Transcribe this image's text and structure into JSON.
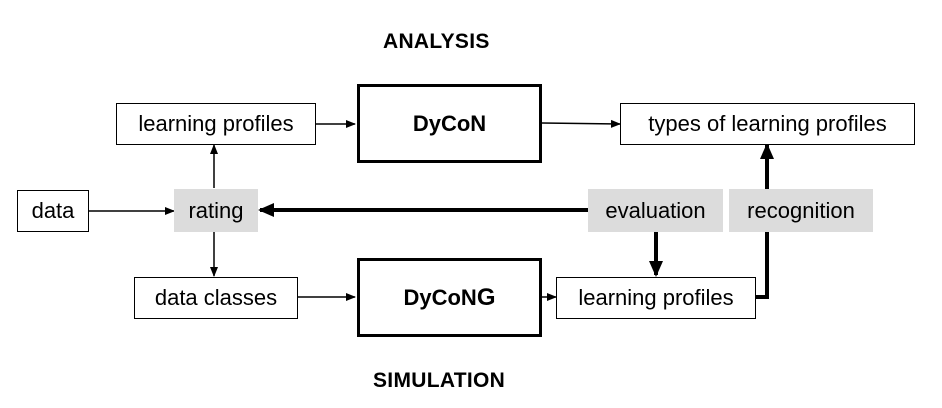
{
  "headings": {
    "analysis": "ANALYSIS",
    "simulation": "SIMULATION"
  },
  "boxes": {
    "data": "data",
    "learning_profiles_top": "learning profiles",
    "dycon": "DyCoN",
    "types_of_learning_profiles": "types of learning profiles",
    "data_classes": "data classes",
    "dycong_prefix": "DyCoN",
    "dycong_suffix": "G",
    "learning_profiles_bottom": "learning profiles"
  },
  "tags": {
    "rating": "rating",
    "evaluation": "evaluation",
    "recognition": "recognition"
  },
  "colors": {
    "tag_background": "#dcdcdc",
    "line": "#000000"
  }
}
